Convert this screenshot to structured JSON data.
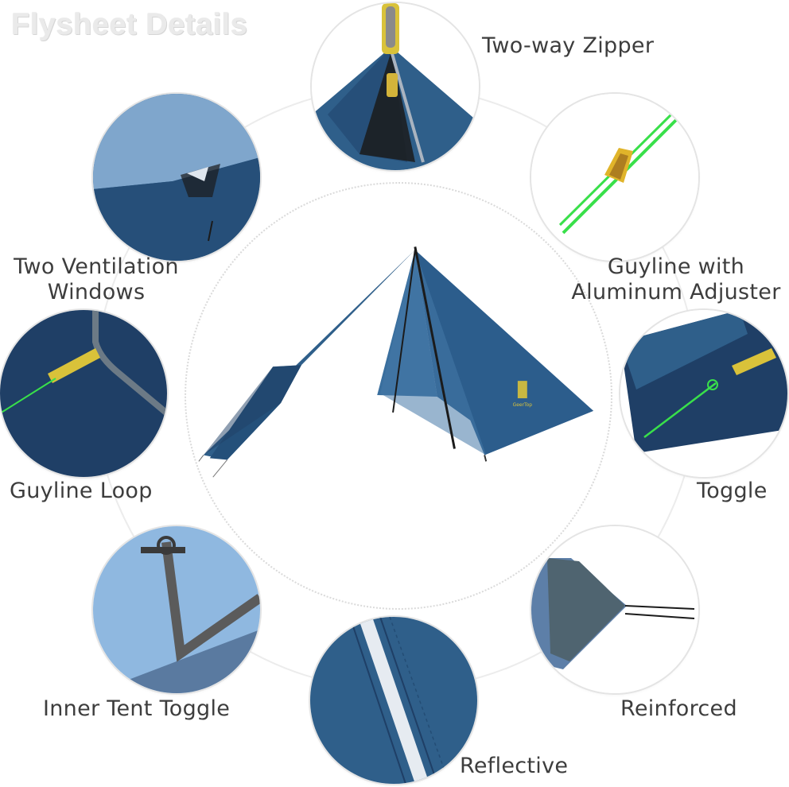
{
  "title": "Flysheet Details",
  "features": {
    "zipper": "Two-way Zipper",
    "ventilation_line1": "Two Ventilation",
    "ventilation_line2": "Windows",
    "guyline_adjuster_line1": "Guyline with",
    "guyline_adjuster_line2": "Aluminum Adjuster",
    "guyline_loop": "Guyline Loop",
    "toggle": "Toggle",
    "inner_toggle": "Inner Tent Toggle",
    "reinforced": "Reinforced",
    "reflective": "Reflective"
  },
  "colors": {
    "tent_blue": "#2f5f8a",
    "dark_blue": "#1f3f66",
    "light_blue": "#7fa6cc",
    "guyline_green": "#39e04a",
    "strap_yellow": "#d9c23a"
  },
  "icons": [
    "tent-illustration",
    "zipper-icon",
    "adjuster-icon",
    "window-icon",
    "loop-icon",
    "toggle-icon",
    "reinforced-corner-icon",
    "reflective-strip-icon"
  ]
}
